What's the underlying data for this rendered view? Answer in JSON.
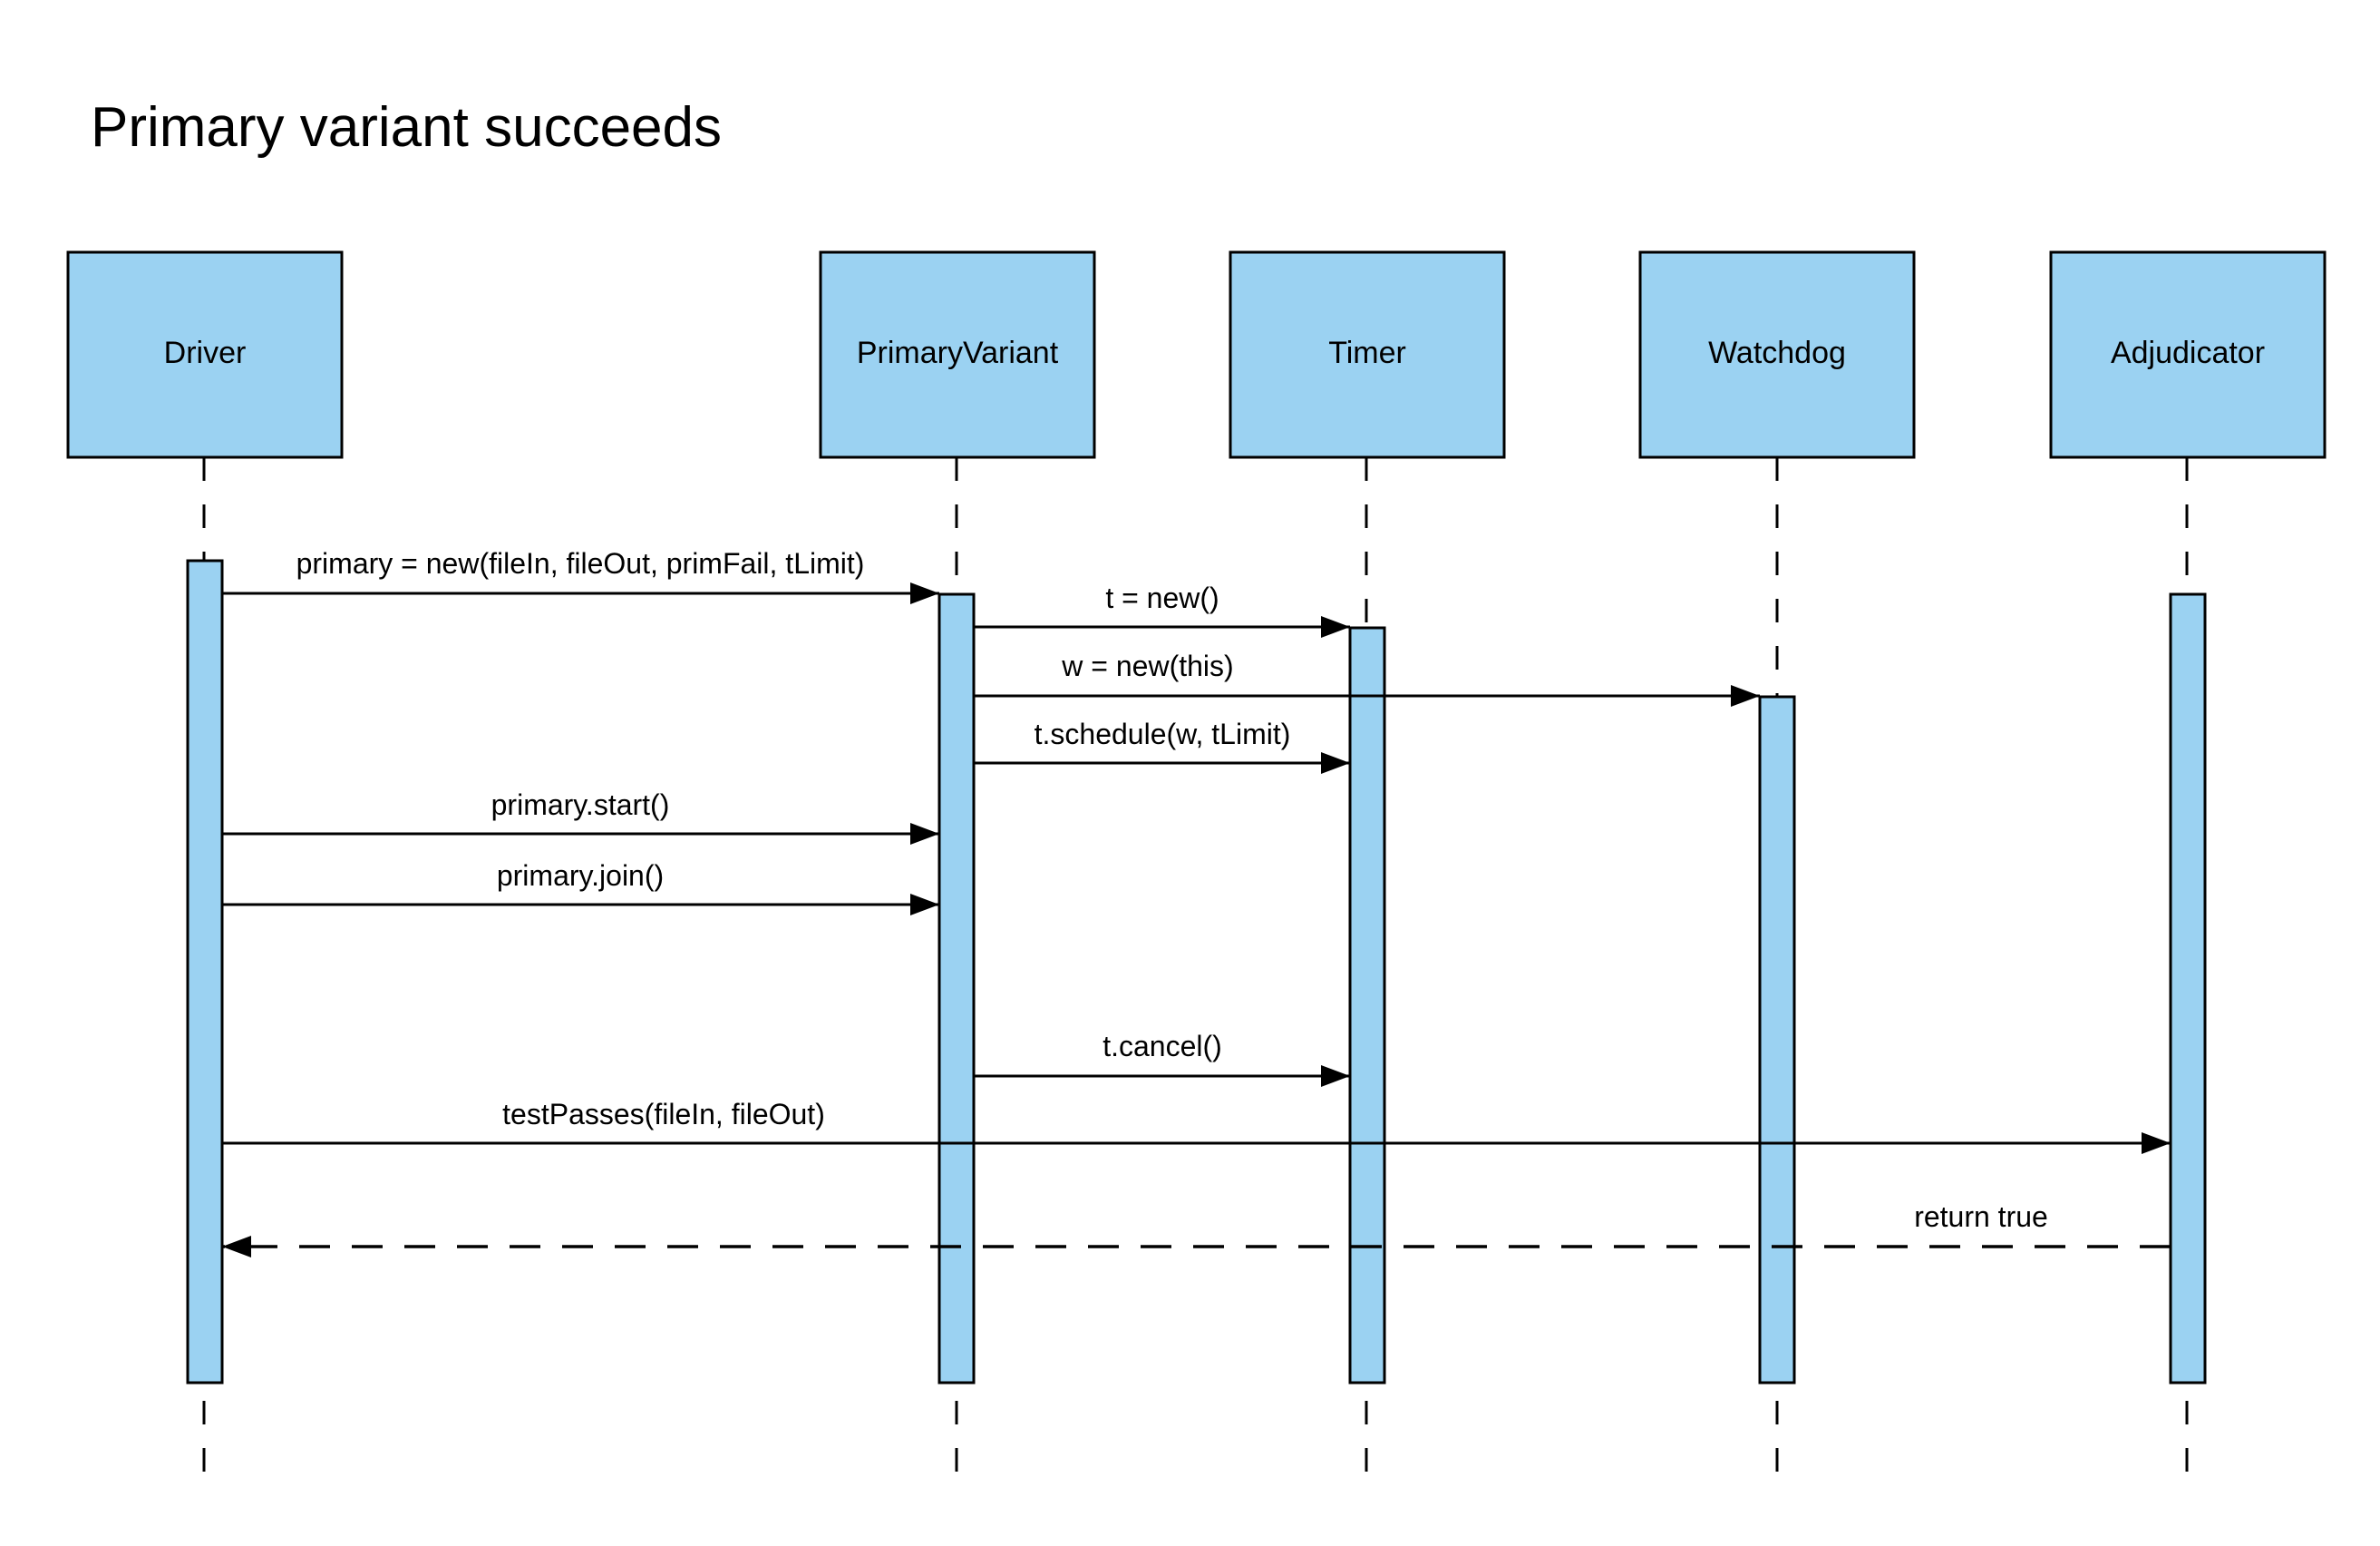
{
  "title": "Primary variant succeeds",
  "colors": {
    "box_fill": "#9bd2f2",
    "stroke": "#000000",
    "background": "#ffffff"
  },
  "participants": [
    {
      "id": "driver",
      "label": "Driver"
    },
    {
      "id": "primaryvariant",
      "label": "PrimaryVariant"
    },
    {
      "id": "timer",
      "label": "Timer"
    },
    {
      "id": "watchdog",
      "label": "Watchdog"
    },
    {
      "id": "adjudicator",
      "label": "Adjudicator"
    }
  ],
  "messages": [
    {
      "from": "driver",
      "to": "primaryvariant",
      "label": "primary = new(fileIn, fileOut, primFail, tLimit)",
      "kind": "call"
    },
    {
      "from": "primaryvariant",
      "to": "timer",
      "label": "t = new()",
      "kind": "call"
    },
    {
      "from": "primaryvariant",
      "to": "watchdog",
      "label": "w = new(this)",
      "kind": "call"
    },
    {
      "from": "primaryvariant",
      "to": "timer",
      "label": "t.schedule(w, tLimit)",
      "kind": "call"
    },
    {
      "from": "driver",
      "to": "primaryvariant",
      "label": "primary.start()",
      "kind": "call"
    },
    {
      "from": "driver",
      "to": "primaryvariant",
      "label": "primary.join()",
      "kind": "call"
    },
    {
      "from": "primaryvariant",
      "to": "timer",
      "label": "t.cancel()",
      "kind": "call"
    },
    {
      "from": "driver",
      "to": "adjudicator",
      "label": "testPasses(fileIn, fileOut)",
      "kind": "call"
    },
    {
      "from": "adjudicator",
      "to": "driver",
      "label": "return true",
      "kind": "return"
    }
  ]
}
